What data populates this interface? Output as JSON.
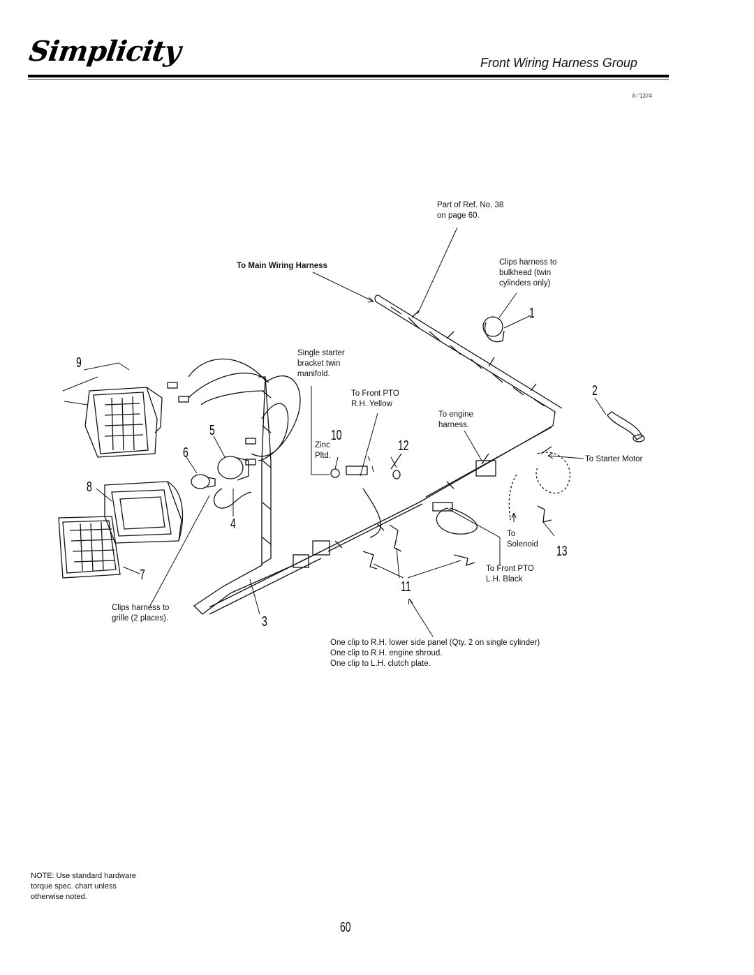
{
  "header": {
    "brand": "Simplicity",
    "title": "Front Wiring Harness Group",
    "doc_number": "A-''1374"
  },
  "callouts": {
    "part_of_ref": "Part of Ref. No. 38\non page 60.",
    "main_harness": "To Main Wiring Harness",
    "clips_bulkhead": "Clips harness to\nbulkhead (twin\ncylinders only)",
    "single_starter": "Single starter\nbracket twin\nmanifold.",
    "front_pto_rh": "To Front PTO\nR.H. Yellow",
    "engine_harness": "To engine\nharness.",
    "starter_motor": "To Starter Motor",
    "zinc_pltd": "Zinc\nPltd.",
    "solenoid": "To\nSolenoid",
    "front_pto_lh": "To Front PTO\nL.H. Black",
    "clips_grille": "Clips harness to\ngrille (2 places).",
    "clip_list": "One clip to R.H. lower side panel (Qty. 2 on single cylinder)\nOne clip to R.H. engine shroud.\nOne clip to L.H. clutch plate."
  },
  "ref_numbers": [
    "1",
    "2",
    "3",
    "4",
    "5",
    "6",
    "7",
    "8",
    "9",
    "10",
    "11",
    "12",
    "13"
  ],
  "footer": {
    "note": "NOTE: Use standard hardware\ntorque spec. chart unless\notherwise noted.",
    "page_number": "60"
  }
}
